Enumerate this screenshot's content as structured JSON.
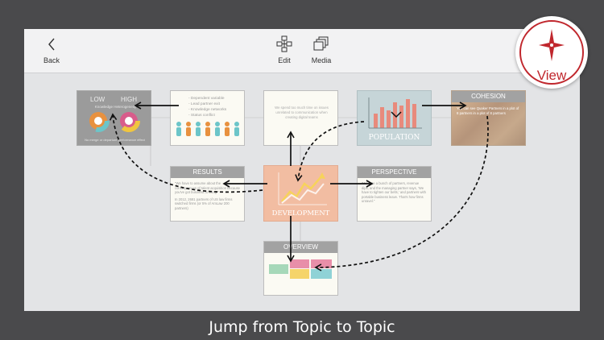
{
  "toolbar": {
    "back_label": "Back",
    "edit_label": "Edit",
    "media_label": "Media"
  },
  "badge": {
    "label": "View",
    "icon": "compass-icon",
    "color": "#c0272d"
  },
  "slides": {
    "low_high": {
      "low": "LOW",
      "high": "HIGH",
      "subtitle": "Knowledge Heterogeneity",
      "footer": "No merge or departure performance effect"
    },
    "dependent": {
      "bullets": [
        "- Dependent variable",
        "- Lead partner exit",
        "- Knowledge networks",
        "- Status conflict"
      ]
    },
    "quote": {
      "text": "We spend too much time on issues unrelated to communication when creating digital teams"
    },
    "population": {
      "title": "POPULATION"
    },
    "cohesion": {
      "title": "COHESION",
      "text": "You can see Quaker Partners in a plot of 8 partners in a plot of 8 partners"
    },
    "results": {
      "title": "RESULTS",
      "text1": "\"We have to assume about the consequences of talent acquisition because you've got business to bring.\"",
      "text2": "In 2012, 2681 partners of US law firms switched firms (or 5% of AmLaw 200 partners)"
    },
    "development": {
      "title": "DEVELOPMENT"
    },
    "perspective": {
      "title": "PERSPECTIVE",
      "text": "\"We lose a bunch of partners, revenue dips, and the managing partner says, 'We have to tighten our belts,' and partners with portable business leave. That's how firms unravel.\""
    },
    "overview": {
      "title": "OVERVIEW"
    }
  },
  "caption": "Jump from Topic to Topic"
}
